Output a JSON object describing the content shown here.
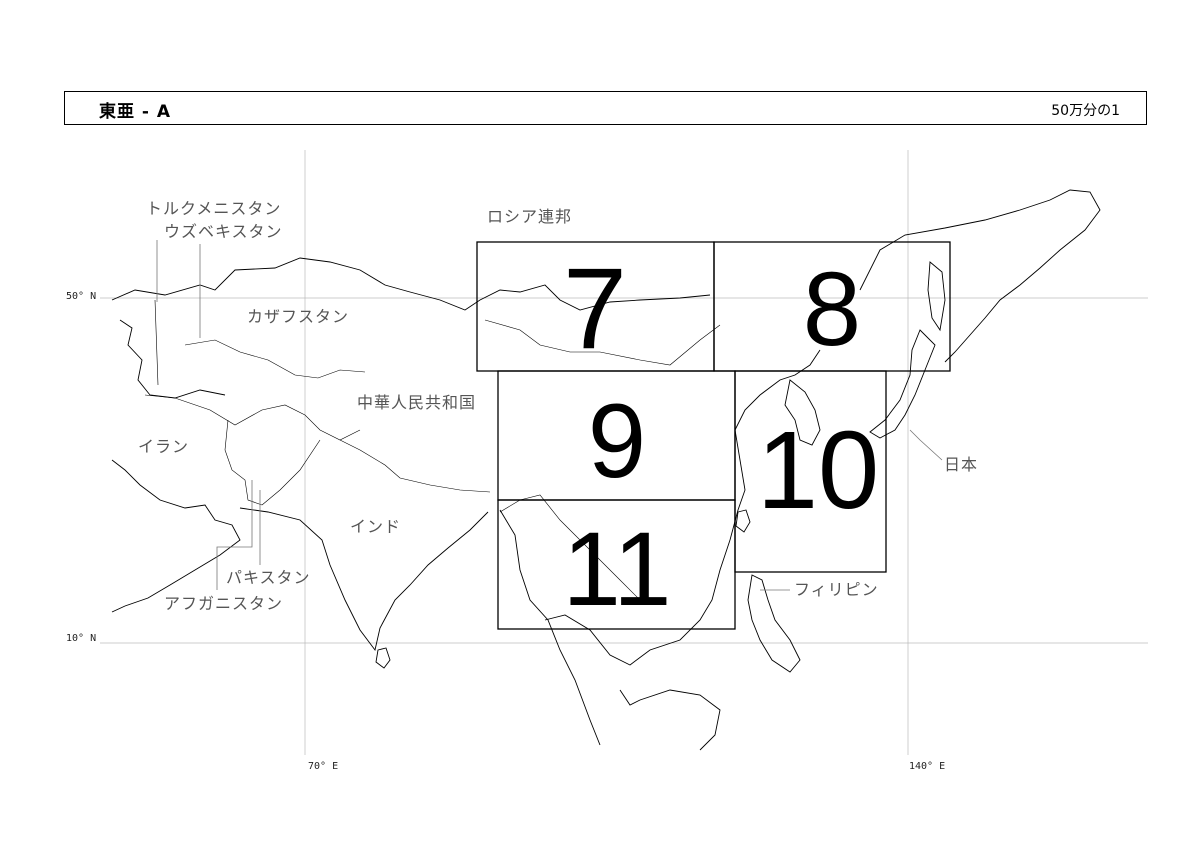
{
  "header": {
    "title": "東亜 - A",
    "scale": "50万分の1"
  },
  "grid_labels": {
    "lat_50": "50° N",
    "lat_10": "10° N",
    "lon_70": "70° E",
    "lon_140": "140° E"
  },
  "countries": {
    "turkmenistan": "トルクメニスタン",
    "uzbekistan": "ウズベキスタン",
    "kazakhstan": "カザフスタン",
    "russia": "ロシア連邦",
    "china": "中華人民共和国",
    "iran": "イラン",
    "india": "インド",
    "pakistan": "パキスタン",
    "afghanistan": "アフガニスタン",
    "japan": "日本",
    "philippines": "フィリピン"
  },
  "sheets": {
    "s7": "7",
    "s8": "8",
    "s9": "9",
    "s10": "10",
    "s11": "11"
  }
}
